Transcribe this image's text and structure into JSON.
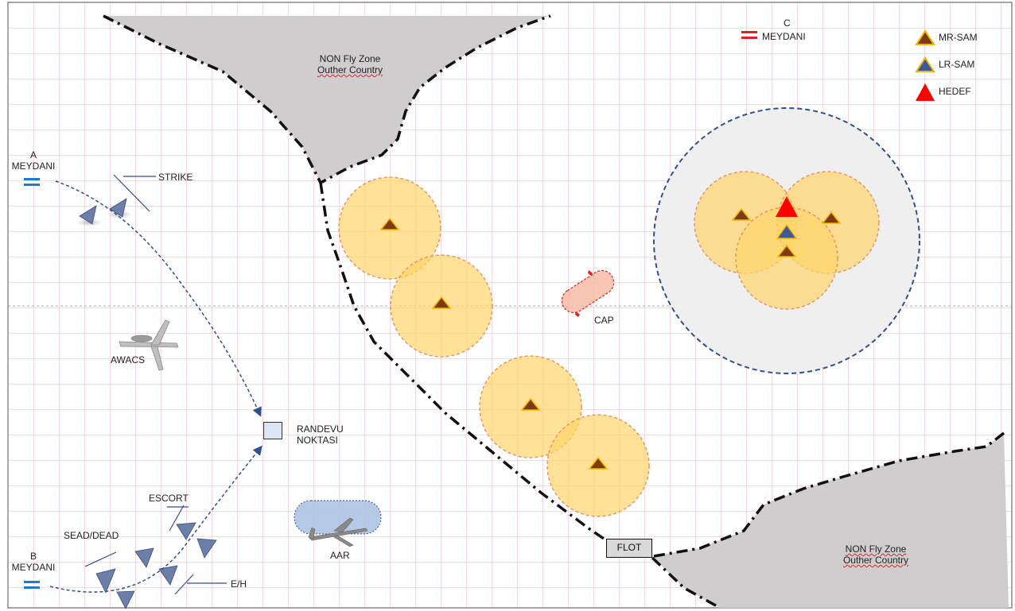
{
  "zones": {
    "top_label_line1": "NON Fly Zone",
    "top_label_line2": "Outher Country",
    "bottom_label_line1": "NON Fly Zone",
    "bottom_label_line2": "Outher Country"
  },
  "airfields": {
    "a_line1": "A",
    "a_line2": "MEYDANI",
    "b_line1": "B",
    "b_line2": "MEYDANI",
    "c_line1": "C",
    "c_line2": "MEYDANI"
  },
  "groups": {
    "strike": "STRIKE",
    "escort": "ESCORT",
    "sead_dead": "SEAD/DEAD",
    "eh": "E/H"
  },
  "assets": {
    "awacs": "AWACS",
    "aar": "AAR",
    "cap": "CAP"
  },
  "rendezvous": {
    "line1": "RANDEVU",
    "line2": "NOKTASI"
  },
  "flot": "FLOT",
  "legend": [
    {
      "label": "MR-SAM",
      "icon": "brown-triangle",
      "color": "#7b3a10"
    },
    {
      "label": "LR-SAM",
      "icon": "blue-triangle",
      "color": "#3b5a9a"
    },
    {
      "label": "HEDEF",
      "icon": "red-triangle",
      "color": "#ff0000"
    }
  ],
  "colors": {
    "grid": "#f0b8b8",
    "sam_ring_fill": "#ffd66b",
    "sam_ring_stroke": "#e8956a",
    "lr_ring_stroke": "#2f4f8f",
    "no_fly_fill": "#cfcdcd",
    "route": "#2f4f8f",
    "airfield_friendly": "#1f78d1",
    "airfield_enemy": "#e02020"
  }
}
